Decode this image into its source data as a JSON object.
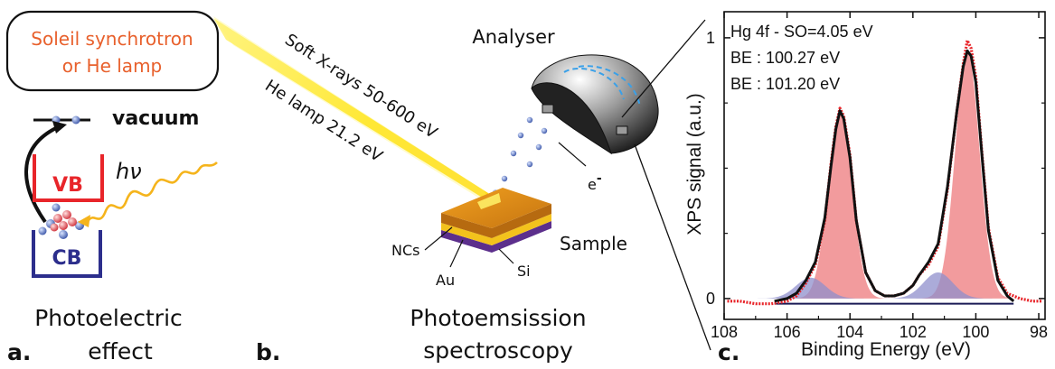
{
  "panel_a": {
    "source_line1": "Soleil synchrotron",
    "source_line2": "or He lamp",
    "vacuum": "vacuum",
    "vb": "VB",
    "cb": "CB",
    "hv": "hν",
    "caption_line1": "Photoelectric",
    "caption_line2": "effect",
    "letter": "a."
  },
  "panel_b": {
    "beam_label1": "Soft X-rays 50-600 eV",
    "beam_label2": "He lamp 21.2 eV",
    "analyser": "Analyser",
    "electron": "e",
    "electron_sup": "-",
    "sample": "Sample",
    "ncs": "NCs",
    "au": "Au",
    "si": "Si",
    "caption_line1": "Photoemsission",
    "caption_line2": "spectroscopy",
    "letter": "b."
  },
  "panel_c": {
    "letter": "c.",
    "colors": {
      "data": "#e8252a",
      "fit": "#111111",
      "peak_main": "#f08a8c",
      "peak_minor": "#8f8fcc",
      "background": "#1a1a55"
    }
  },
  "chart_data": {
    "type": "line",
    "title": "",
    "xlabel": "Binding Energy (eV)",
    "ylabel": "XPS signal (a.u.)",
    "xlim": [
      108,
      97.8
    ],
    "ylim": [
      -0.08,
      1.1
    ],
    "x_reversed": true,
    "xticks": [
      "108",
      "106",
      "104",
      "102",
      "100",
      "98"
    ],
    "yticks": [
      "0",
      "1"
    ],
    "grid": false,
    "annotations": [
      "Hg 4f - SO=4.05 eV",
      "BE : 100.27 eV",
      "BE : 101.20 eV"
    ],
    "peaks": [
      {
        "component": "main",
        "center": 100.27,
        "height": 0.95,
        "fwhm": 0.9
      },
      {
        "component": "main",
        "center": 104.32,
        "height": 0.71,
        "fwhm": 0.9
      },
      {
        "component": "minor",
        "center": 101.2,
        "height": 0.1,
        "fwhm": 1.1
      },
      {
        "component": "minor",
        "center": 105.25,
        "height": 0.08,
        "fwhm": 1.1
      }
    ],
    "series": [
      {
        "name": "data",
        "x": [
          107.9,
          107.5,
          107.0,
          106.5,
          106.0,
          105.7,
          105.4,
          105.1,
          104.8,
          104.6,
          104.45,
          104.32,
          104.2,
          104.0,
          103.8,
          103.5,
          103.2,
          102.9,
          102.6,
          102.3,
          102.0,
          101.8,
          101.5,
          101.2,
          100.9,
          100.6,
          100.4,
          100.27,
          100.15,
          100.0,
          99.8,
          99.6,
          99.3,
          99.0,
          98.6,
          98.2,
          97.9
        ],
        "y": [
          -0.01,
          -0.01,
          -0.02,
          -0.02,
          -0.01,
          0.01,
          0.06,
          0.13,
          0.3,
          0.52,
          0.66,
          0.73,
          0.7,
          0.55,
          0.3,
          0.1,
          0.03,
          0.01,
          0.01,
          0.02,
          0.05,
          0.09,
          0.13,
          0.2,
          0.42,
          0.72,
          0.9,
          0.99,
          0.96,
          0.85,
          0.55,
          0.27,
          0.08,
          0.02,
          0.0,
          -0.01,
          -0.01
        ]
      },
      {
        "name": "fit",
        "x": [
          106.4,
          106.0,
          105.7,
          105.4,
          105.1,
          104.8,
          104.6,
          104.45,
          104.32,
          104.2,
          104.0,
          103.8,
          103.5,
          103.2,
          102.9,
          102.6,
          102.3,
          102.0,
          101.8,
          101.5,
          101.2,
          100.9,
          100.6,
          100.4,
          100.27,
          100.15,
          100.0,
          99.8,
          99.6,
          99.3,
          99.0,
          98.8
        ],
        "y": [
          -0.01,
          0.0,
          0.02,
          0.07,
          0.14,
          0.31,
          0.51,
          0.65,
          0.72,
          0.69,
          0.54,
          0.3,
          0.1,
          0.03,
          0.01,
          0.01,
          0.02,
          0.05,
          0.09,
          0.14,
          0.21,
          0.43,
          0.72,
          0.89,
          0.95,
          0.93,
          0.83,
          0.54,
          0.26,
          0.07,
          0.01,
          -0.01
        ]
      }
    ]
  }
}
